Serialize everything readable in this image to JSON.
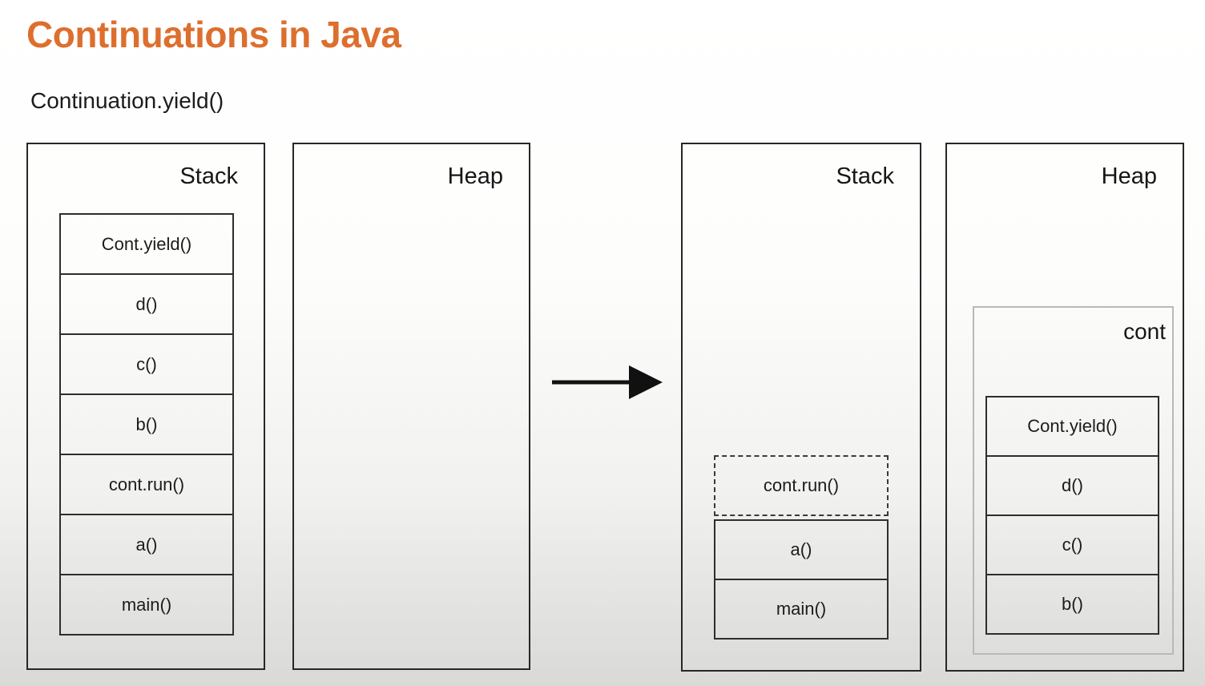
{
  "slide": {
    "title": "Continuations in Java",
    "subtitle": "Continuation.yield()",
    "accent_color": "#dd6f2e",
    "background_bottom_color": "#d9d9d7"
  },
  "before": {
    "stack": {
      "label": "Stack",
      "frames": [
        {
          "label": "Cont.yield()"
        },
        {
          "label": "d()"
        },
        {
          "label": "c()"
        },
        {
          "label": "b()"
        },
        {
          "label": "cont.run()"
        },
        {
          "label": "a()"
        },
        {
          "label": "main()"
        }
      ]
    },
    "heap": {
      "label": "Heap",
      "frames": []
    }
  },
  "arrow": {
    "icon": "right-arrow",
    "color": "#111111"
  },
  "after": {
    "stack": {
      "label": "Stack",
      "frames": [
        {
          "label": "cont.run()",
          "style": "dashed"
        },
        {
          "label": "a()",
          "style": "solid"
        },
        {
          "label": "main()",
          "style": "solid"
        }
      ]
    },
    "heap": {
      "label": "Heap",
      "object": {
        "label": "cont",
        "frames": [
          {
            "label": "Cont.yield()"
          },
          {
            "label": "d()"
          },
          {
            "label": "c()"
          },
          {
            "label": "b()"
          }
        ]
      }
    }
  }
}
